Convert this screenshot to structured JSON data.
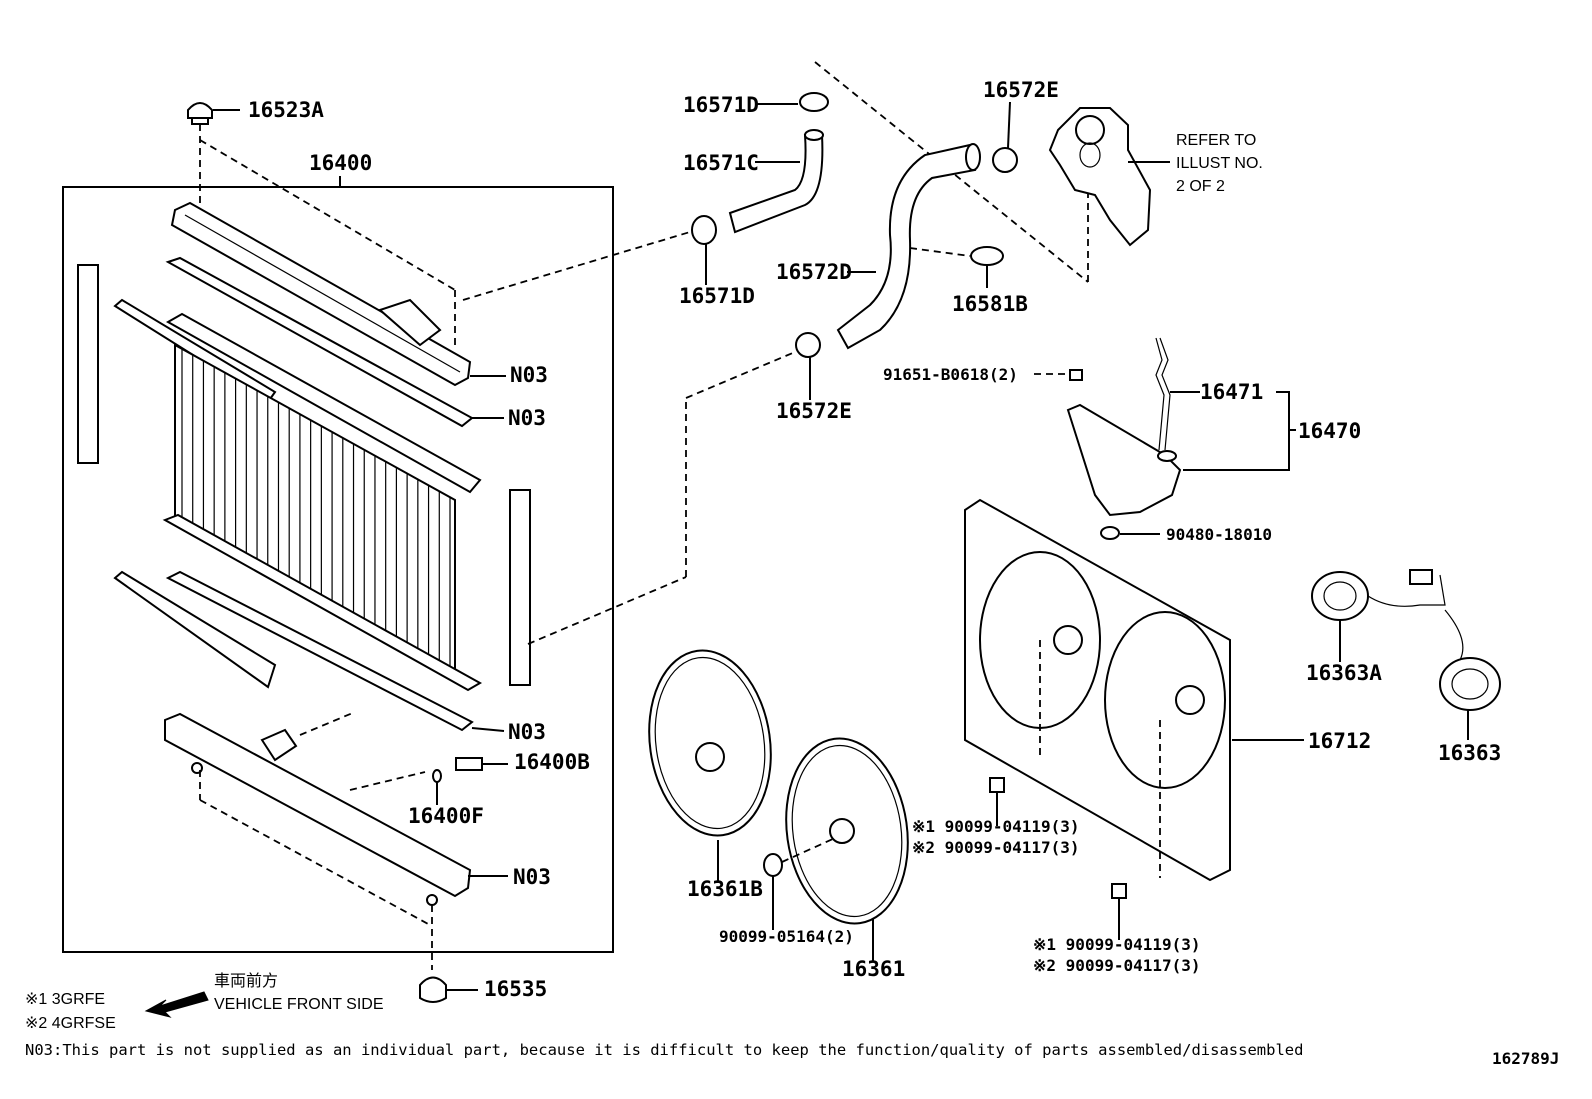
{
  "labels": {
    "p16523A": "16523A",
    "p16400": "16400",
    "n03_1": "N03",
    "n03_2": "N03",
    "n03_3": "N03",
    "n03_4": "N03",
    "p16400B": "16400B",
    "p16400F": "16400F",
    "p16535": "16535",
    "p16571D_top": "16571D",
    "p16571C": "16571C",
    "p16571D_bot": "16571D",
    "p16572E_top": "16572E",
    "p16572D": "16572D",
    "p16581B": "16581B",
    "p16572E_bot": "16572E",
    "p91651": "91651-B0618(2)",
    "p16471": "16471",
    "p16470": "16470",
    "p90480": "90480-18010",
    "p16363A": "16363A",
    "p16363": "16363",
    "p16712": "16712",
    "p16361B": "16361B",
    "p16361": "16361",
    "p90099_05164": "90099-05164(2)",
    "bolt_a_1": "※1 90099-04119(3)",
    "bolt_a_2": "※2 90099-04117(3)",
    "bolt_b_1": "※1 90099-04119(3)",
    "bolt_b_2": "※2 90099-04117(3)"
  },
  "refer": {
    "line1": "REFER TO",
    "line2": "ILLUST NO.",
    "line3": "2 OF 2"
  },
  "legend": {
    "direction_jp": "車両前方",
    "direction_en": "VEHICLE FRONT SIDE",
    "variant_1": "※1 3GRFE",
    "variant_2": "※2 4GRFSE"
  },
  "footnote": "N03:This part is not supplied as an individual part, because it is difficult to keep the function/quality of parts assembled/disassembled",
  "drawing_number": "162789J"
}
